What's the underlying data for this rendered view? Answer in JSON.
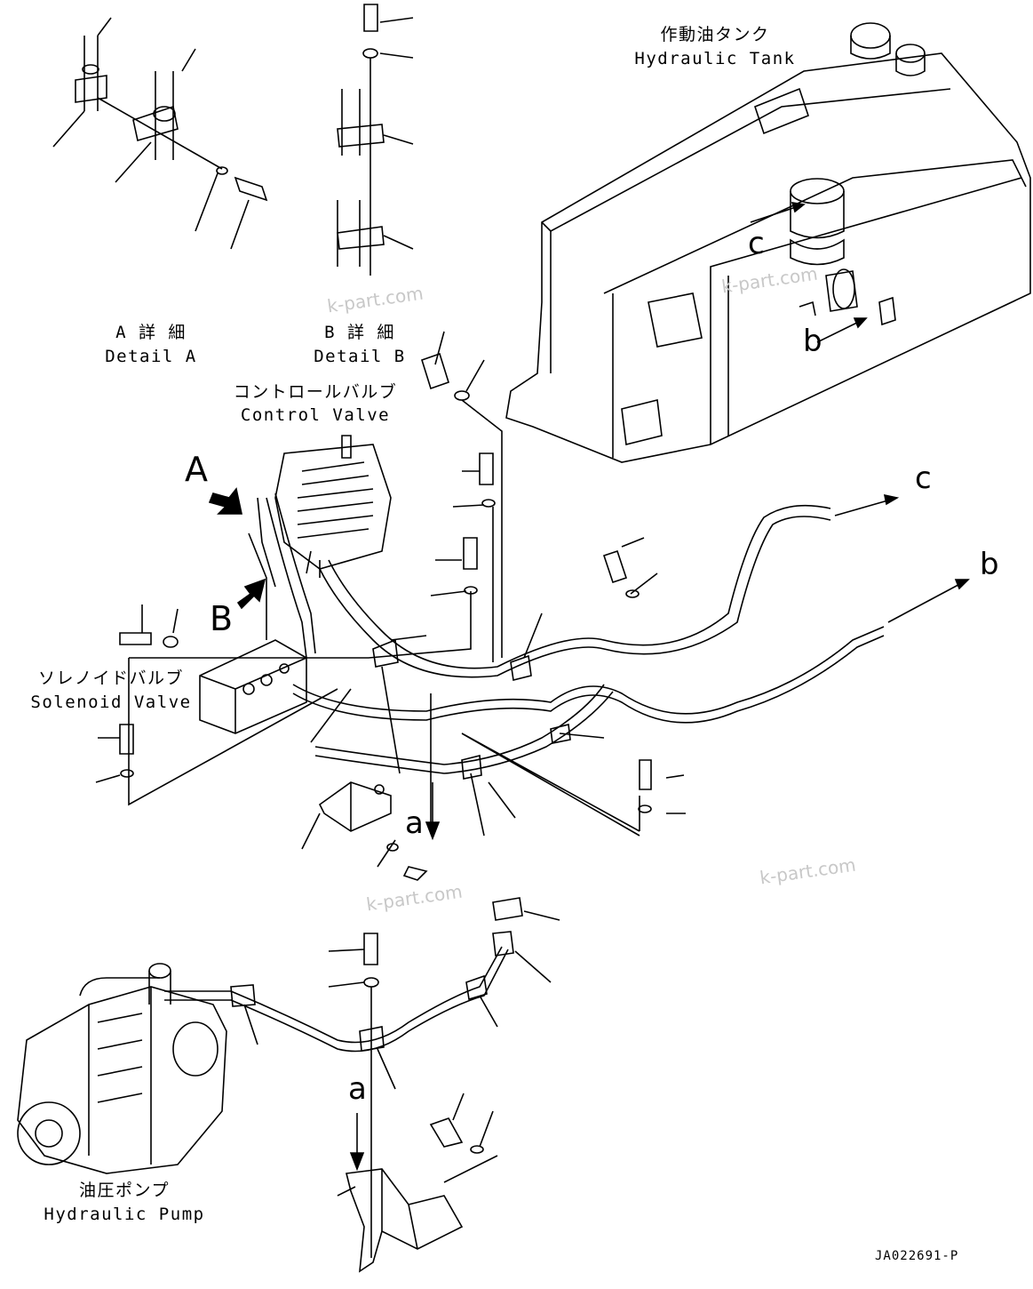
{
  "labels": {
    "hydraulic_tank_jp": "作動油タンク",
    "hydraulic_tank_en": "Hydraulic Tank",
    "detail_a_jp": "A 詳 細",
    "detail_a_en": "Detail A",
    "detail_b_jp": "B 詳 細",
    "detail_b_en": "Detail B",
    "control_valve_jp": "コントロールバルブ",
    "control_valve_en": "Control Valve",
    "solenoid_valve_jp": "ソレノイドバルブ",
    "solenoid_valve_en": "Solenoid Valve",
    "hydraulic_pump_jp": "油圧ポンプ",
    "hydraulic_pump_en": "Hydraulic Pump"
  },
  "callouts": {
    "A": "A",
    "B": "B",
    "a_upper": "a",
    "a_lower": "a",
    "b_tank": "b",
    "b_right": "b",
    "c_tank": "c",
    "c_right": "c"
  },
  "watermarks": [
    "k-part.com",
    "k-part.com",
    "k-part.com",
    "k-part.com"
  ],
  "drawing_number": "JA022691-P"
}
